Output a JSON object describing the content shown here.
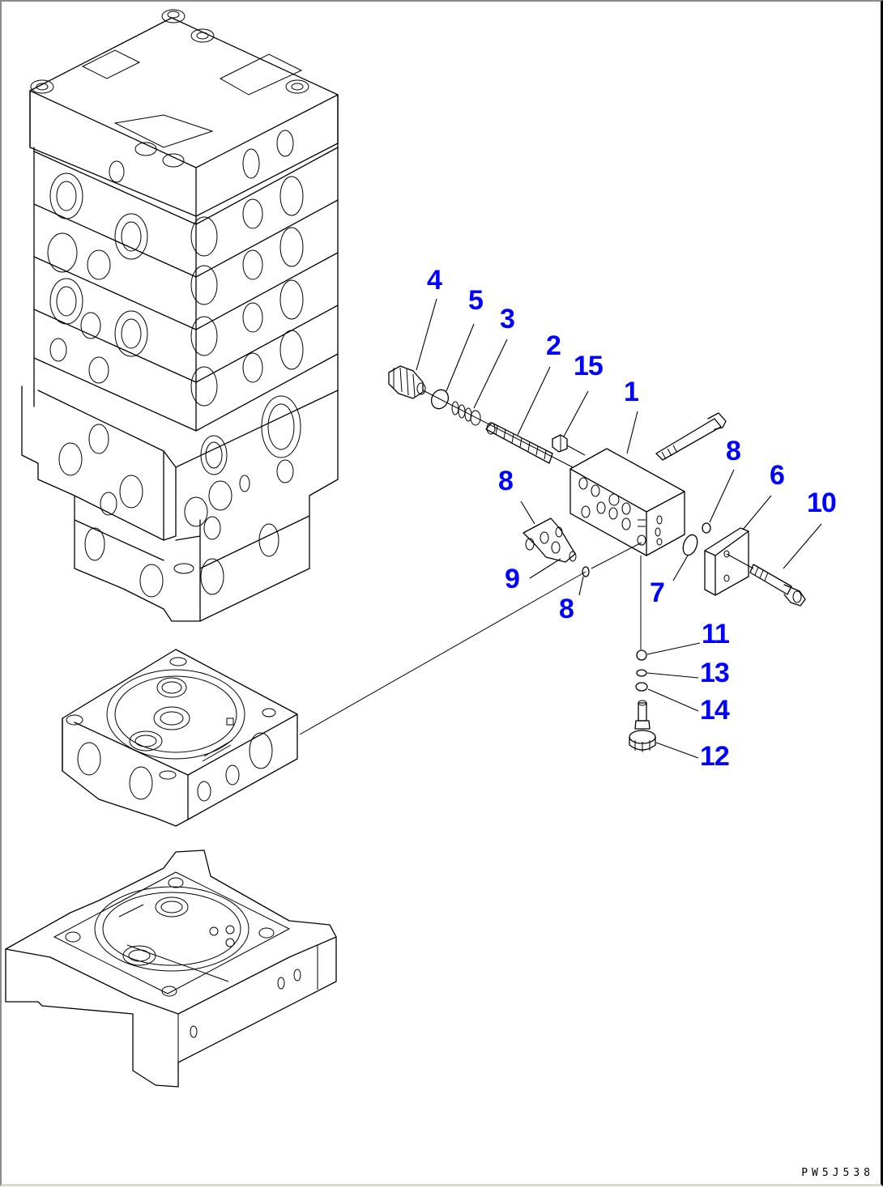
{
  "diagram": {
    "type": "exploded parts diagram",
    "subject": "hydraulic control valve assembly",
    "drawing_code": "PW5J538",
    "label_color": "#0000ff",
    "line_color": "#000000",
    "callouts": [
      {
        "id": "c4",
        "text": "4",
        "part": 4
      },
      {
        "id": "c5",
        "text": "5",
        "part": 5
      },
      {
        "id": "c3",
        "text": "3",
        "part": 3
      },
      {
        "id": "c2",
        "text": "2",
        "part": 2
      },
      {
        "id": "c15",
        "text": "15",
        "part": 15
      },
      {
        "id": "c1",
        "text": "1",
        "part": 1
      },
      {
        "id": "c8a",
        "text": "8",
        "part": 8
      },
      {
        "id": "c8b",
        "text": "8",
        "part": 8
      },
      {
        "id": "c6",
        "text": "6",
        "part": 6
      },
      {
        "id": "c10",
        "text": "10",
        "part": 10
      },
      {
        "id": "c9",
        "text": "9",
        "part": 9
      },
      {
        "id": "c7",
        "text": "7",
        "part": 7
      },
      {
        "id": "c8c",
        "text": "8",
        "part": 8
      },
      {
        "id": "c11",
        "text": "11",
        "part": 11
      },
      {
        "id": "c13",
        "text": "13",
        "part": 13
      },
      {
        "id": "c14",
        "text": "14",
        "part": 14
      },
      {
        "id": "c12",
        "text": "12",
        "part": 12
      }
    ]
  }
}
